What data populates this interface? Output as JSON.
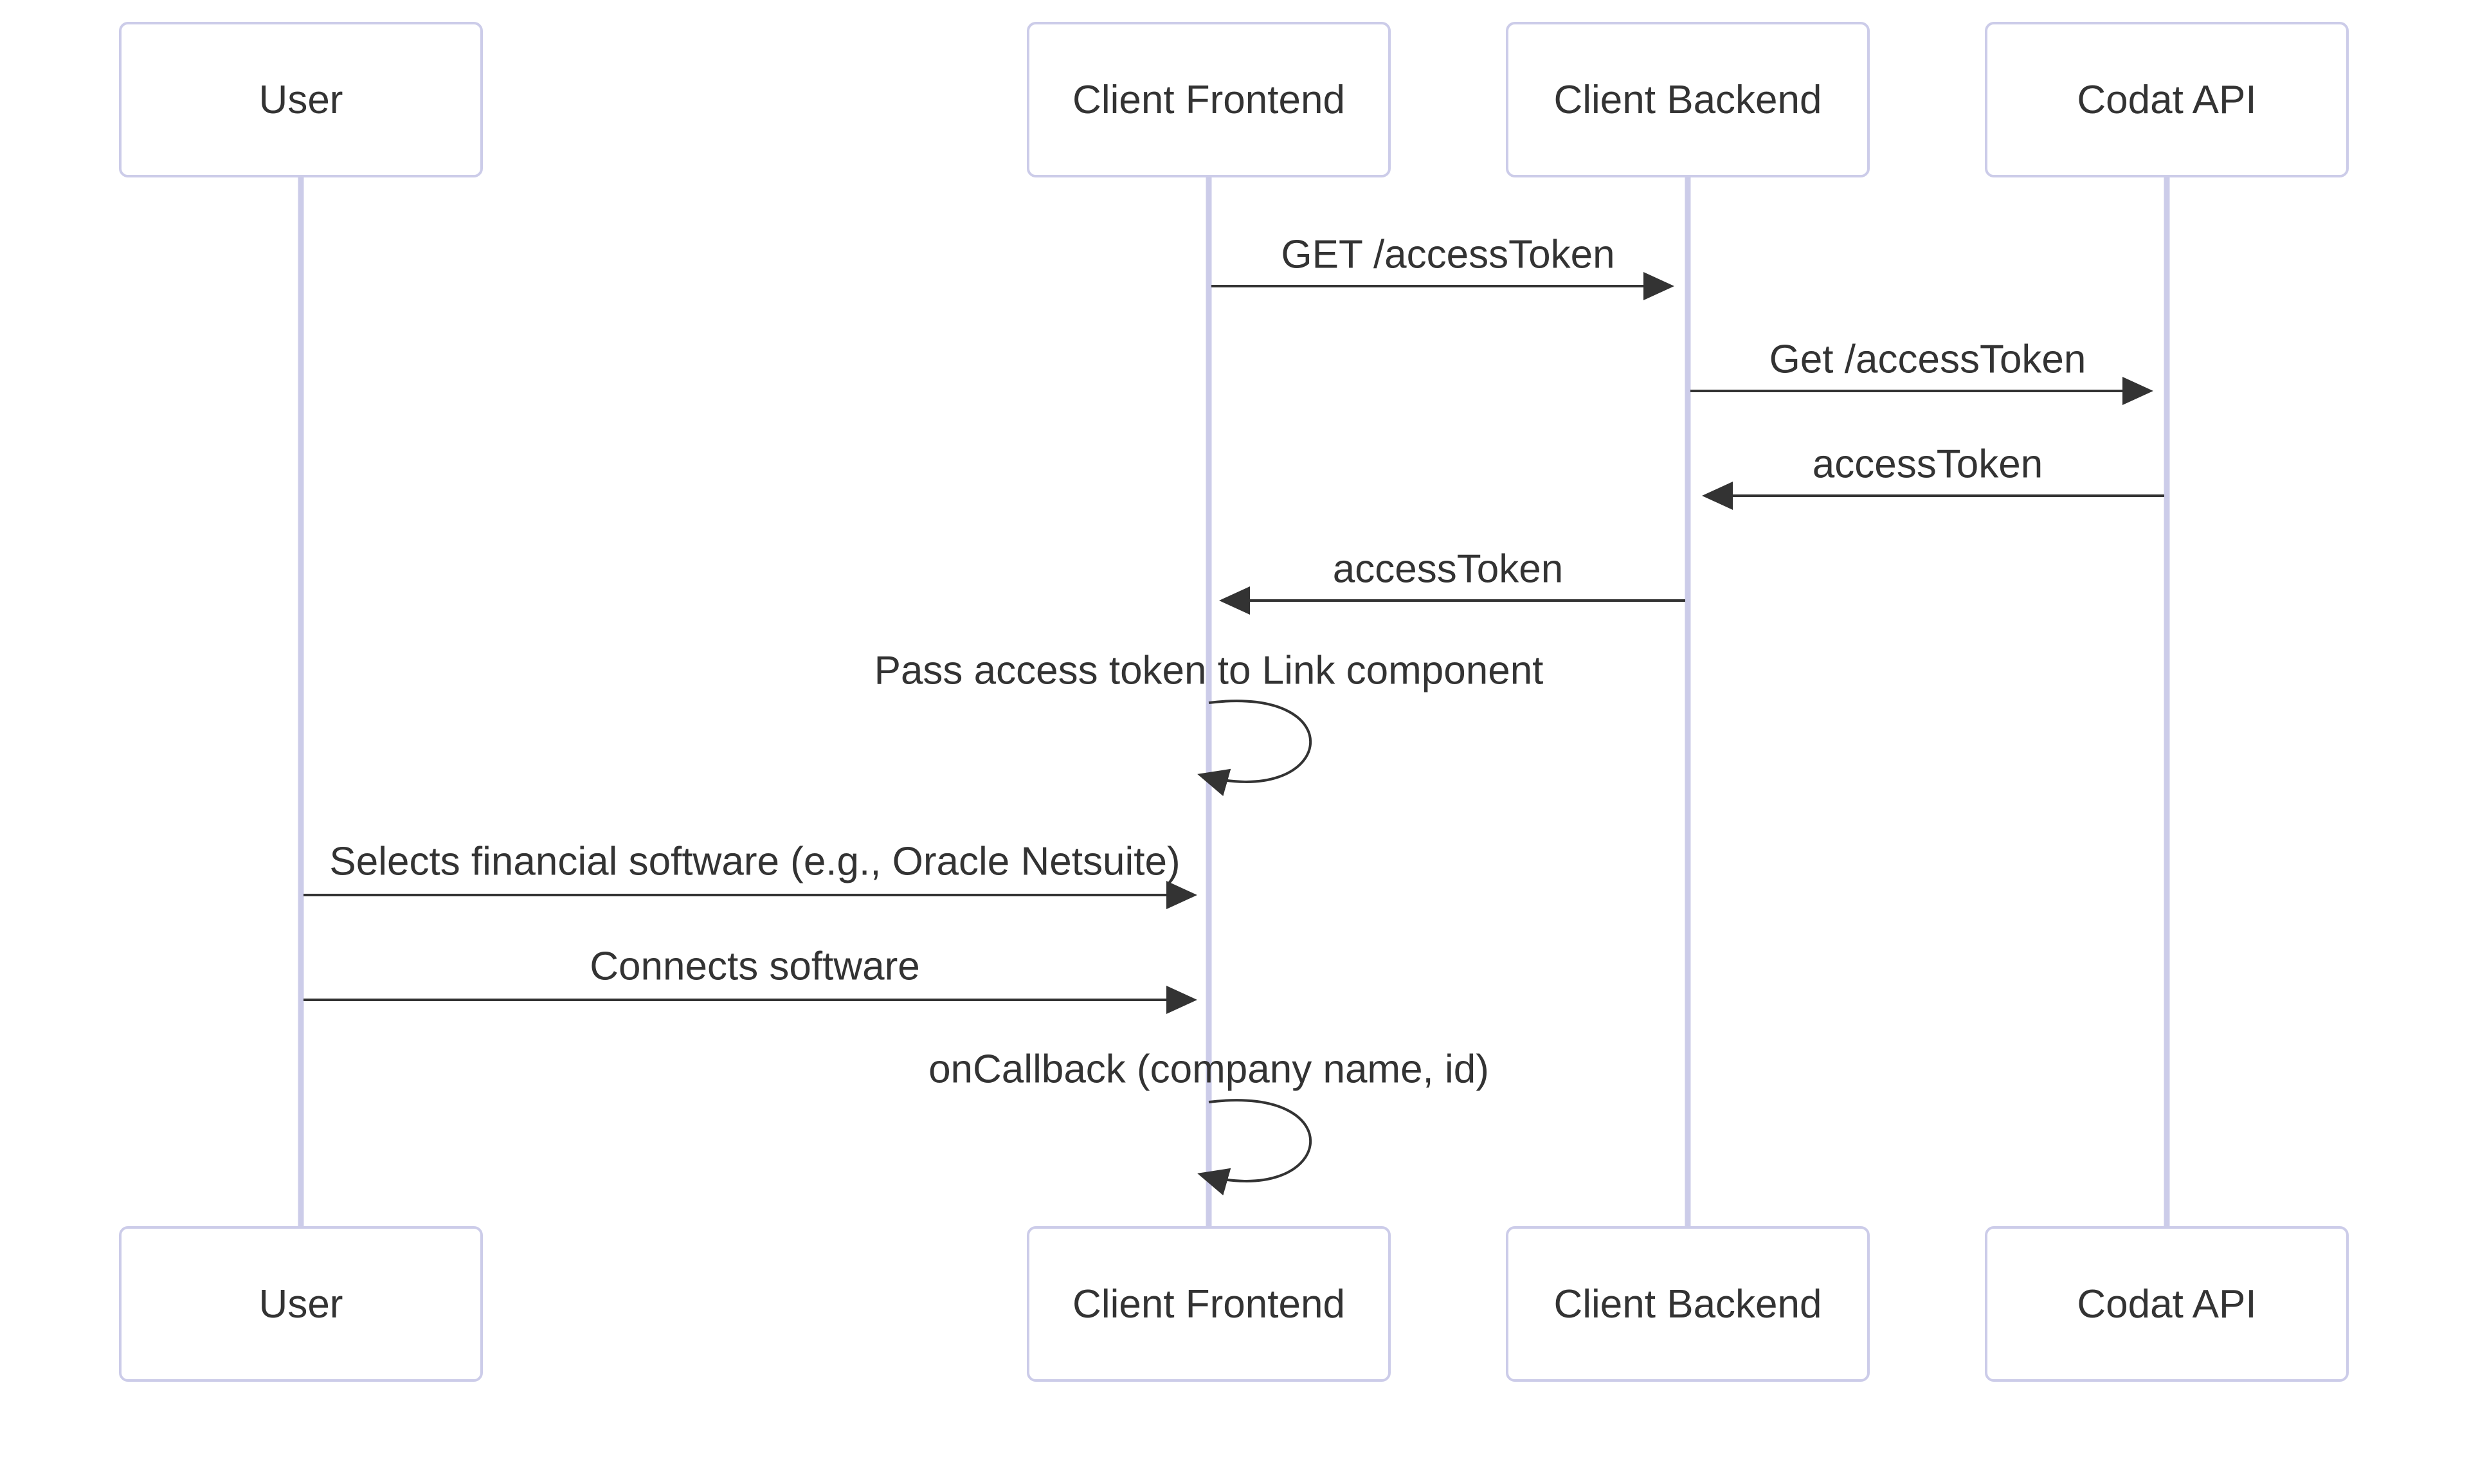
{
  "diagram": {
    "type": "sequence-diagram",
    "background_color": "#ffffff",
    "colors": {
      "actor_border": "#cccce9",
      "actor_fill": "#ffffff",
      "lifeline": "#cccce9",
      "message_line": "#333333",
      "text": "#333333"
    },
    "actors": [
      {
        "id": "user",
        "label": "User"
      },
      {
        "id": "client-frontend",
        "label": "Client Frontend"
      },
      {
        "id": "client-backend",
        "label": "Client Backend"
      },
      {
        "id": "codat-api",
        "label": "Codat API"
      }
    ],
    "messages": [
      {
        "from": "client-frontend",
        "to": "client-backend",
        "kind": "solid-arrow",
        "label": "GET /accessToken"
      },
      {
        "from": "client-backend",
        "to": "codat-api",
        "kind": "solid-arrow",
        "label": "Get /accessToken"
      },
      {
        "from": "codat-api",
        "to": "client-backend",
        "kind": "solid-arrow",
        "label": "accessToken"
      },
      {
        "from": "client-backend",
        "to": "client-frontend",
        "kind": "solid-arrow",
        "label": "accessToken"
      },
      {
        "from": "client-frontend",
        "to": "client-frontend",
        "kind": "self-loop",
        "label": "Pass access token to Link component"
      },
      {
        "from": "user",
        "to": "client-frontend",
        "kind": "solid-arrow",
        "label": "Selects financial software (e.g., Oracle Netsuite)"
      },
      {
        "from": "user",
        "to": "client-frontend",
        "kind": "solid-arrow",
        "label": "Connects software"
      },
      {
        "from": "client-frontend",
        "to": "client-frontend",
        "kind": "self-loop",
        "label": "onCallback (company name, id)"
      }
    ]
  }
}
